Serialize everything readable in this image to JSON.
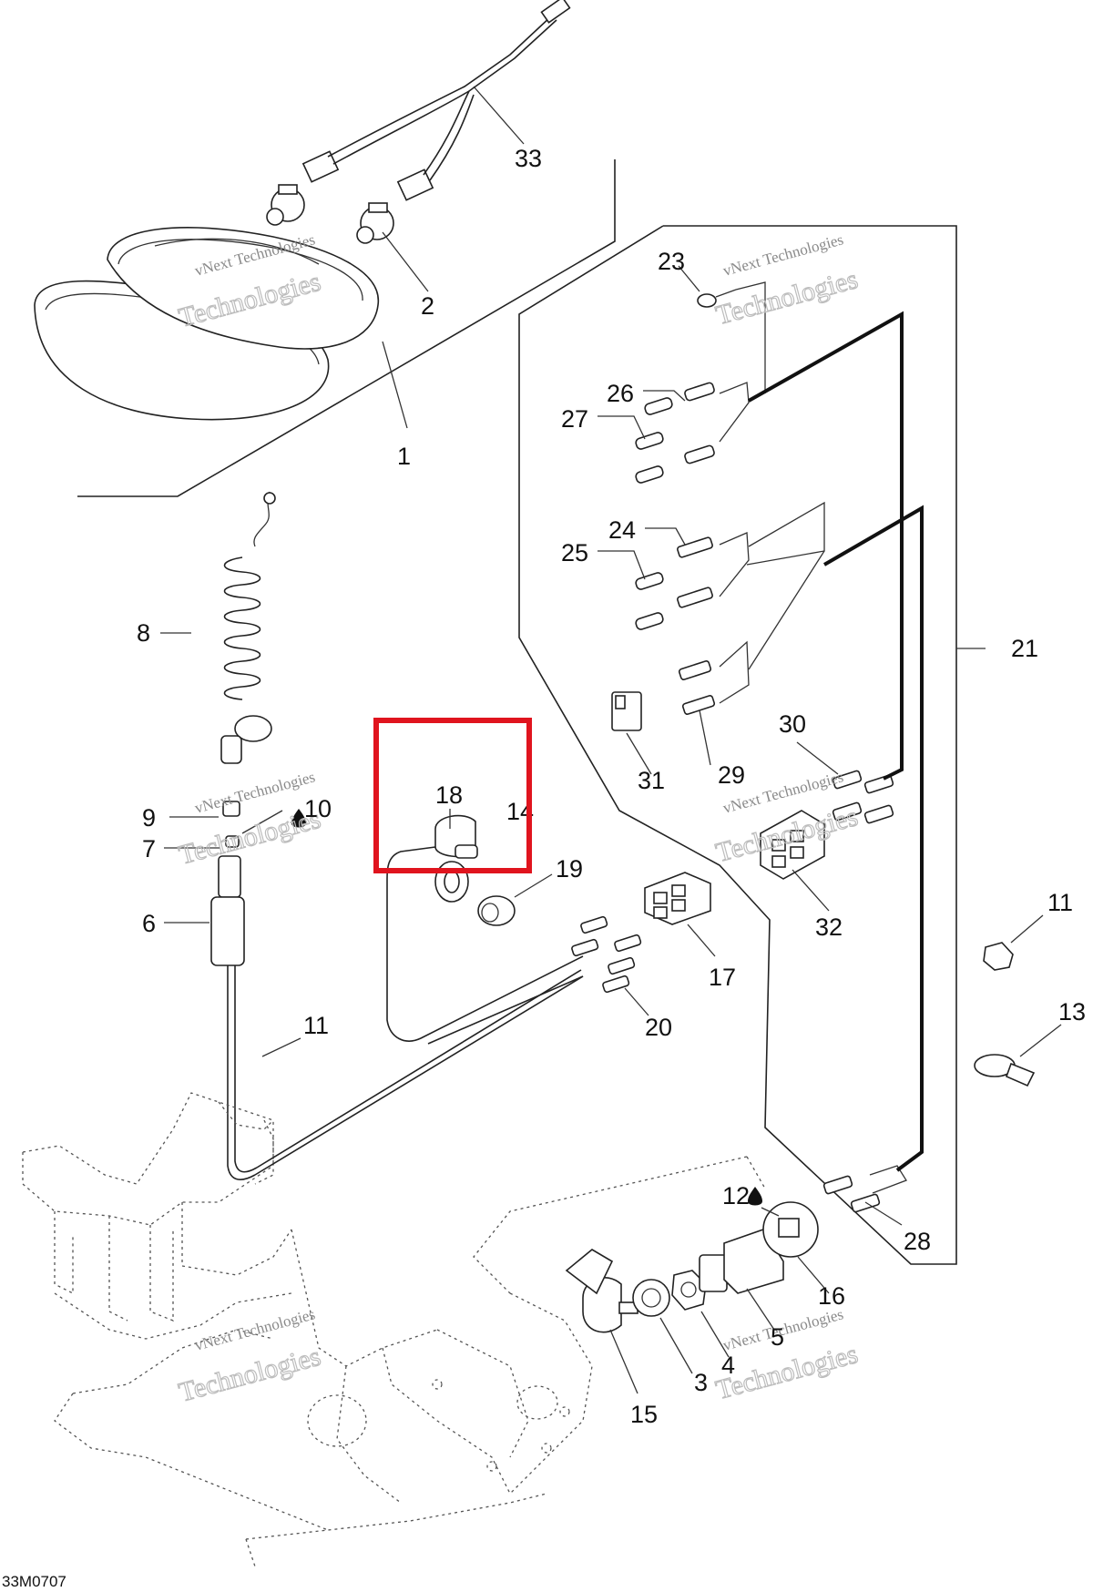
{
  "drawing_code": "33M0707",
  "watermark": {
    "line1": "vNext Technologies",
    "line2": "Technologies"
  },
  "highlight_color": "#e0141e",
  "callouts": {
    "c1": "1",
    "c2": "2",
    "c3": "3",
    "c4": "4",
    "c5": "5",
    "c6": "6",
    "c7": "7",
    "c8": "8",
    "c9": "9",
    "c10": "10",
    "c11a": "11",
    "c11b": "11",
    "c12": "12",
    "c13": "13",
    "c14": "14",
    "c15": "15",
    "c16": "16",
    "c17": "17",
    "c18": "18",
    "c19": "19",
    "c20": "20",
    "c21": "21",
    "c23": "23",
    "c24": "24",
    "c25": "25",
    "c26": "26",
    "c27": "27",
    "c28": "28",
    "c29": "29",
    "c30": "30",
    "c31": "31",
    "c32": "32",
    "c33": "33"
  }
}
